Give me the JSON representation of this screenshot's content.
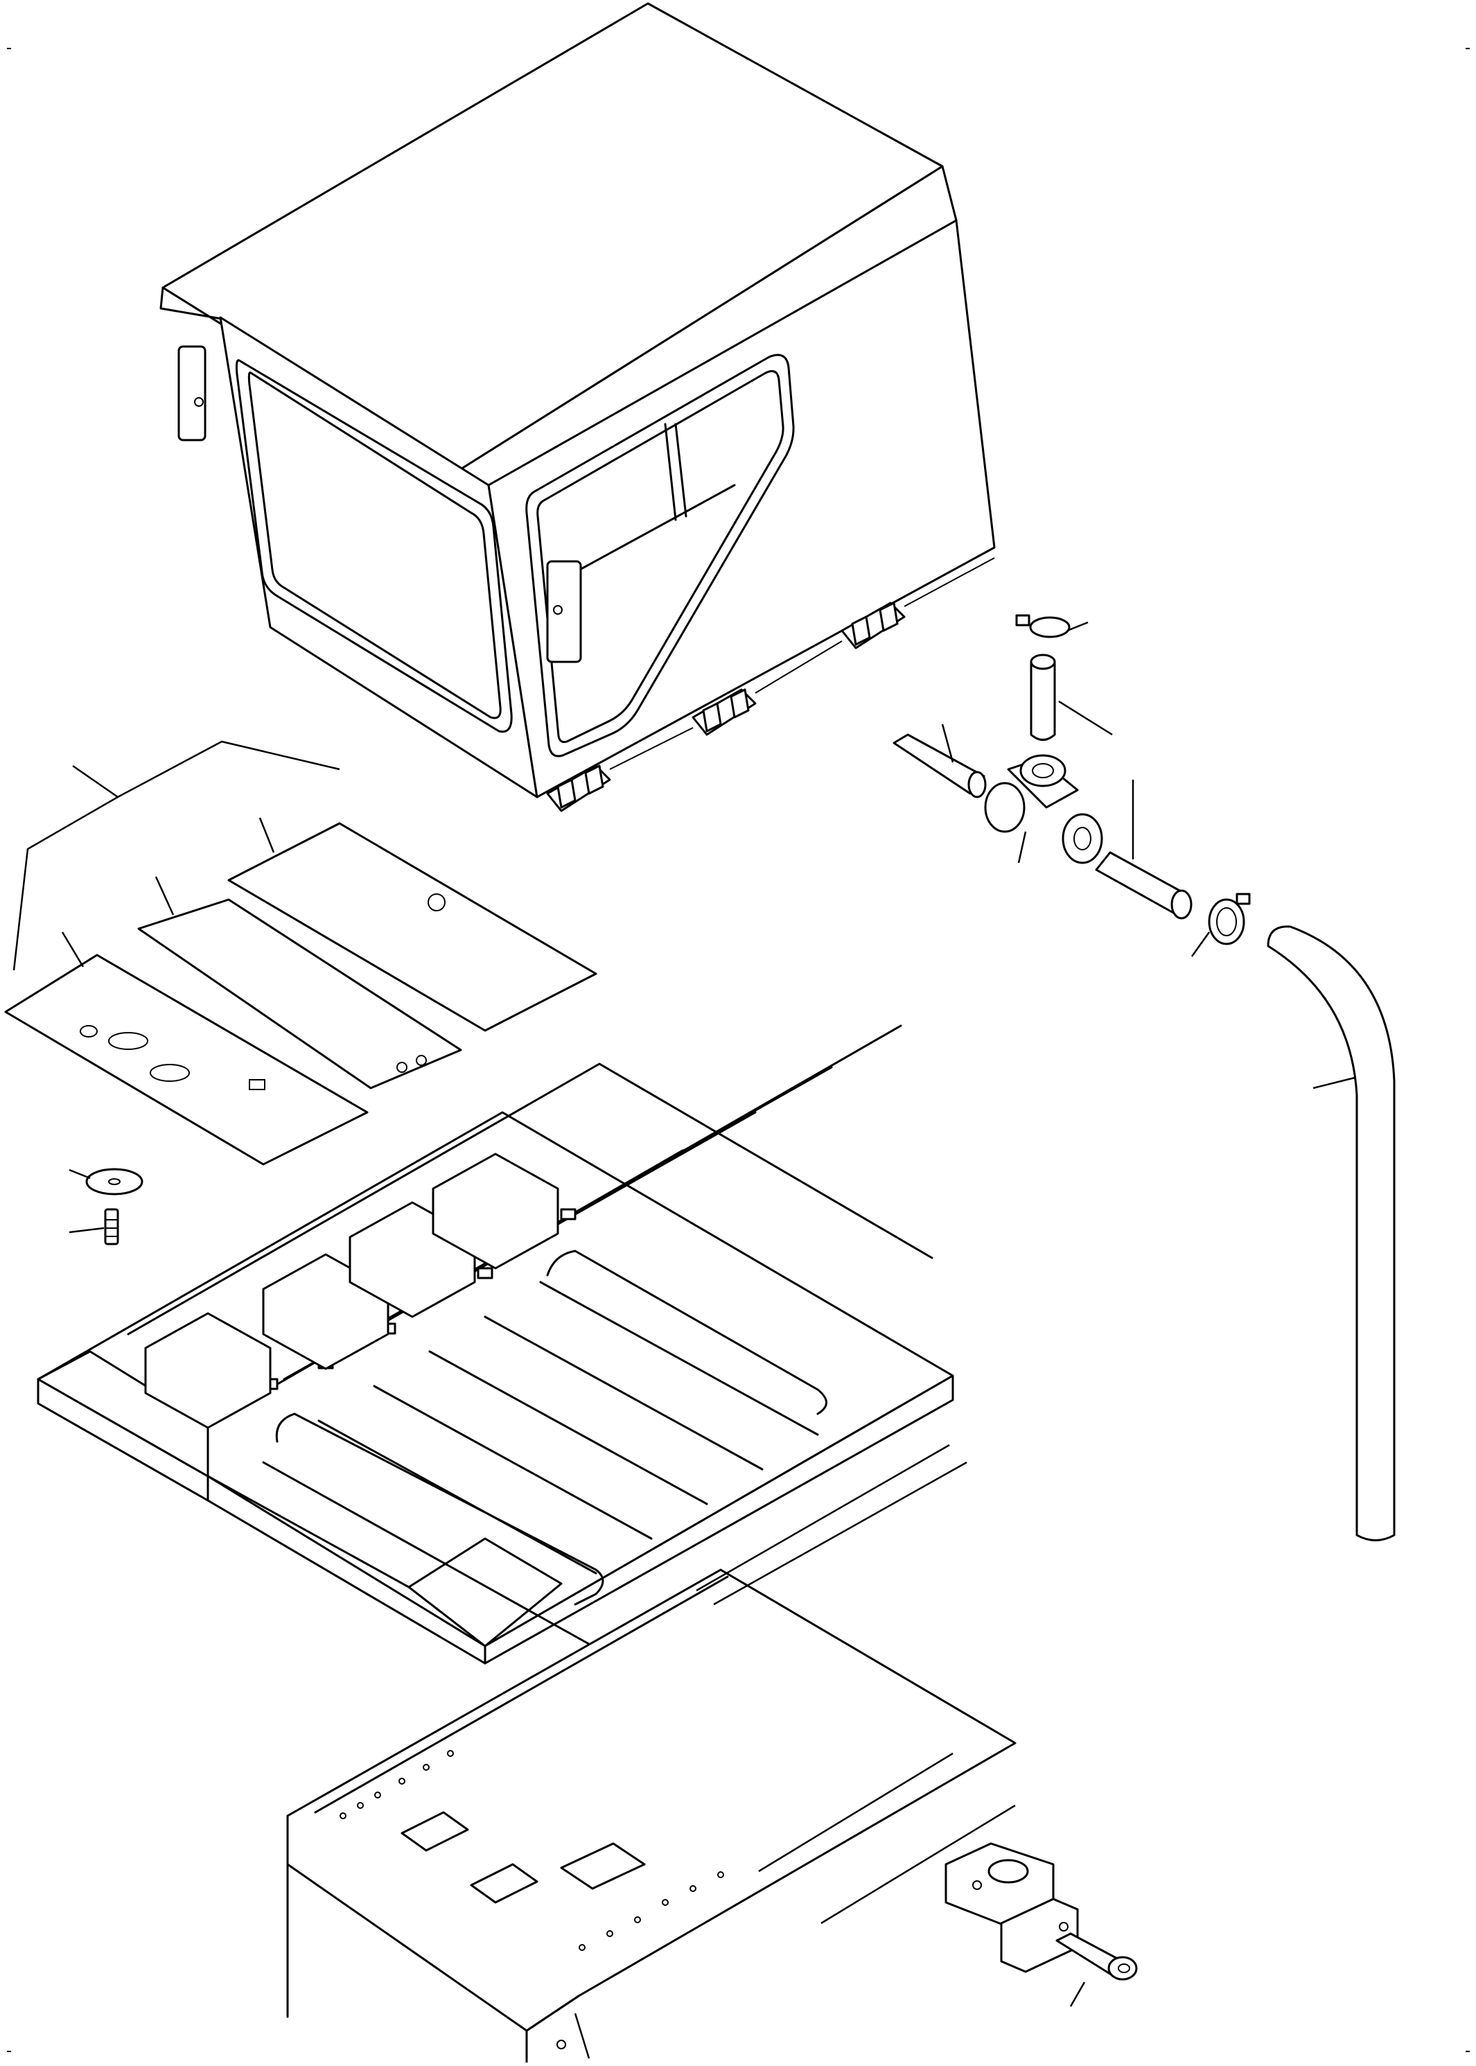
{
  "diagram": {
    "type": "exploded-parts-view",
    "callout_labels": [],
    "parts": [
      "cab",
      "cab-mount-bracket",
      "floor-plate-front",
      "floor-plate-middle",
      "floor-plate-rear",
      "cushion-washer",
      "mount-bolt",
      "floor-frame",
      "hose-clamp",
      "tube-short",
      "tee-fitting",
      "tube-left",
      "tube-right",
      "curved-hose",
      "tank-body",
      "split-pipe-clamp",
      "socket-head-bolt"
    ]
  }
}
